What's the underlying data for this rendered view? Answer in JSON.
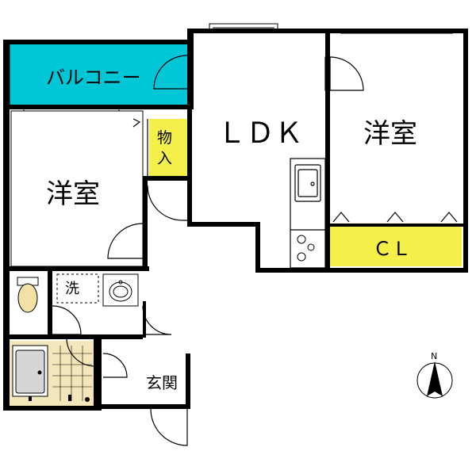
{
  "rooms": {
    "balcony": "バルコニー",
    "ldk": "ＬＤＫ",
    "western_room_left": "洋室",
    "western_room_right": "洋室",
    "storage_1": "物",
    "storage_2": "入",
    "closet": "ＣＬ",
    "laundry": "洗",
    "entrance": "玄関"
  },
  "compass": {
    "north": "N"
  },
  "colors": {
    "balcony": "#00c6d6",
    "storage": "#f5ef4a",
    "bath": "#f4e6bb",
    "toilet": "#f3e0a6",
    "wall": "#000000"
  }
}
